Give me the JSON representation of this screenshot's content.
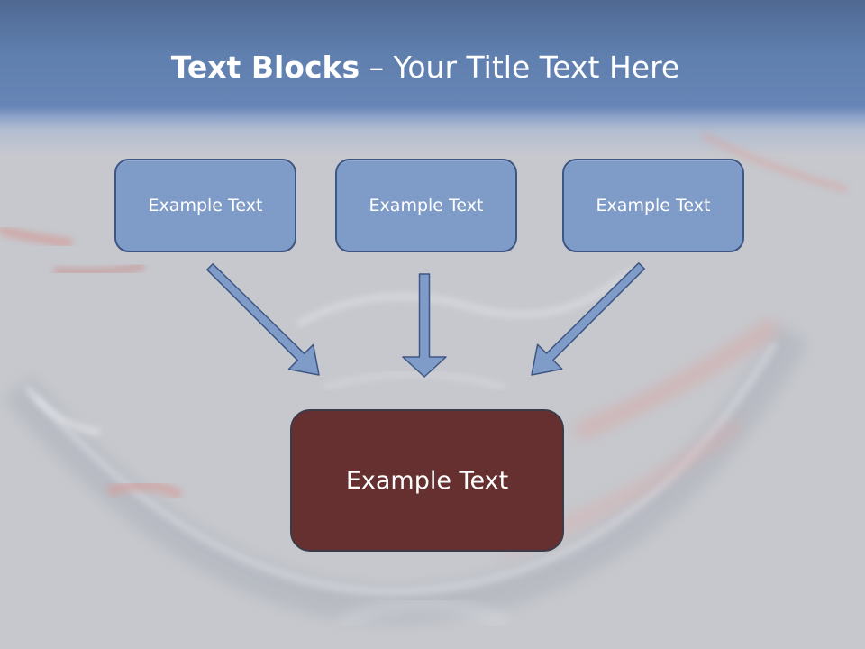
{
  "slide": {
    "title_bold": "Text Blocks",
    "title_rest": " – Your Title Text Here"
  },
  "blocks": {
    "top": [
      {
        "label": "Example Text"
      },
      {
        "label": "Example Text"
      },
      {
        "label": "Example Text"
      }
    ],
    "center": {
      "label": "Example Text"
    }
  },
  "colors": {
    "header_band": "#6785b6",
    "top_block_fill": "#7f9bc7",
    "top_block_border": "#3e5683",
    "center_block_fill": "#663031",
    "arrow_fill": "#7f9bc7",
    "arrow_stroke": "#3e5683"
  }
}
